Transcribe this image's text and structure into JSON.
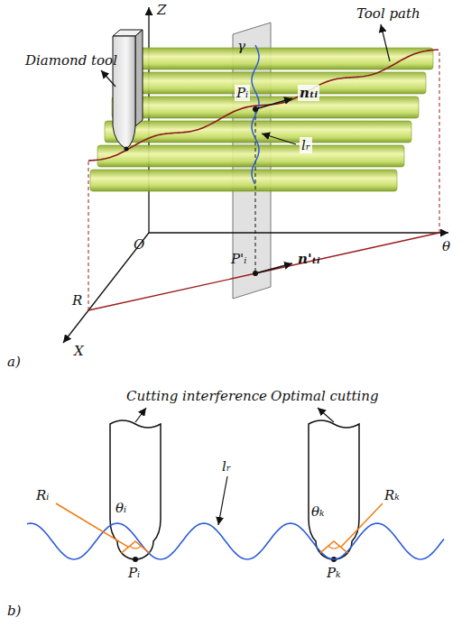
{
  "diagram": {
    "labels": [
      "Diamond tool",
      "Tool path",
      "Z",
      "O",
      "θ",
      "R",
      "X",
      "γ",
      "Pᵢ",
      "nₜᵢ",
      "lᵣ",
      "P'ᵢ",
      "n'ₜᵢ",
      "a)",
      "Cutting interference",
      "Optimal cutting",
      "Rᵢ",
      "θᵢ",
      "lᵣ",
      "Rₖ",
      "θₖ",
      "Pᵢ",
      "Pₖ",
      "b)"
    ]
  }
}
